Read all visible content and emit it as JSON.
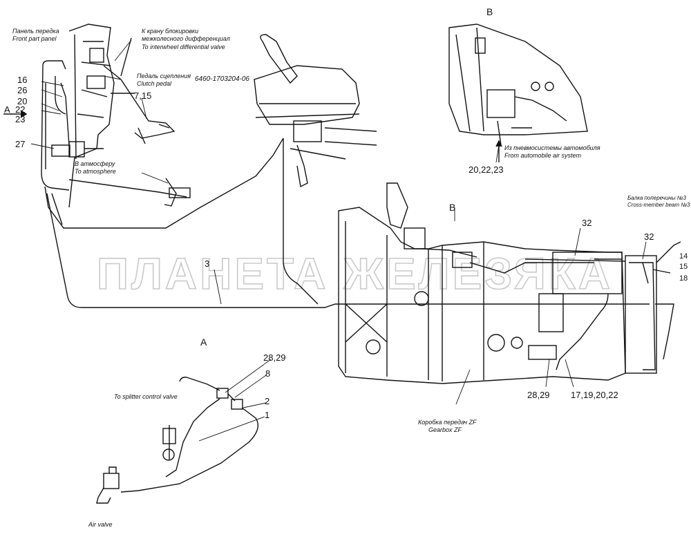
{
  "watermark": "ПЛАНЕТА ЖЕЛЕЗЯКА",
  "view_labels": {
    "b_top": "В",
    "b_arrow": "В",
    "a_side": "А",
    "a_detail": "А"
  },
  "front_panel": {
    "ru": "Панель передка",
    "en": "Front part panel"
  },
  "diff_valve": {
    "ru1": "К крану блокировки",
    "ru2": "межколесного дифференциал",
    "en": "To interwheel differential valve"
  },
  "clutch_pedal": {
    "ru": "Педаль сцепления",
    "en": "Clutch pedal"
  },
  "part_number": "6460-1703204-06",
  "atmosphere": {
    "ru": "В атмосферу",
    "en": "To atmosphere"
  },
  "air_system": {
    "ru": "Из пневмосистемы автомобиля",
    "en": "From automobile air system"
  },
  "cross_beam": {
    "ru": "Балка поперечины №3",
    "en": "Cross-member beam №3"
  },
  "gearbox": {
    "ru": "Коробка передач ZF",
    "en": "Gearbox ZF"
  },
  "splitter": "To splitter control valve",
  "air_valve": "Air valve",
  "callouts": {
    "c16": "16",
    "c26": "26",
    "c20": "20",
    "c22": "22",
    "c23": "23",
    "c27": "27",
    "c715": "7,15",
    "c3": "3",
    "c202223": "20,22,23",
    "c32a": "32",
    "c32b": "32",
    "c14": "14",
    "c15": "15",
    "c18": "18",
    "c2829a": "28,29",
    "c17": "17,19,20,22",
    "c2829b": "28,29",
    "c8": "8",
    "c2": "2",
    "c1": "1"
  }
}
